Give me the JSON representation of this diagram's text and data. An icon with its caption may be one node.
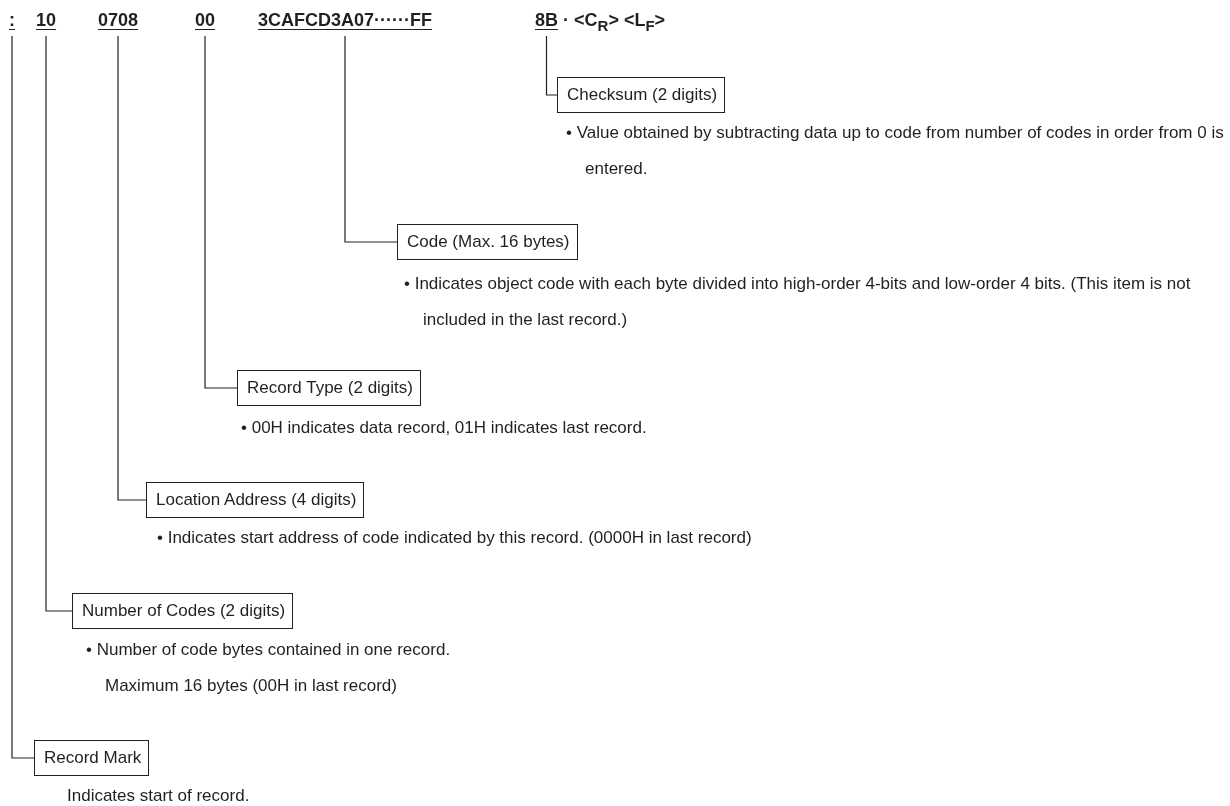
{
  "diagram": {
    "nodes": [
      {
        "text": [
          ":"
        ]
      },
      {
        "text": [
          "10"
        ]
      },
      {
        "text": [
          "0708"
        ]
      },
      {
        "text": [
          "00"
        ]
      },
      {
        "text": [
          "3CAFCD3A07······FF"
        ]
      },
      {
        "text": [
          "8B"
        ]
      },
      {
        "text": [
          "Checksum (2 digits)"
        ],
        "beside": [
          "• Value obtained by subtracting data up to code from number of codes in order from 0 is entered."
        ]
      },
      {
        "text": [
          "Code (Max. 16 bytes)"
        ],
        "beside": [
          "• Indicates object code with each byte divided into high-order 4-bits and low-order 4 bits. (This item is not included in the last record.)"
        ]
      },
      {
        "text": [
          "Record Type (2 digits)"
        ],
        "beside": [
          "• 00H indicates data record, 01H indicates last record."
        ]
      },
      {
        "text": [
          "Location Address (4 digits)"
        ],
        "beside": [
          "• Indicates start address of code indicated by this record. (0000H in last record)"
        ]
      },
      {
        "text": [
          "Number of Codes (2 digits)"
        ],
        "beside": [
          "• Number of code bytes contained in one record.",
          "Maximum 16 bytes (00H in last record)"
        ]
      },
      {
        "text": [
          "Record Mark"
        ],
        "beside": [
          "Indicates start of record."
        ]
      }
    ],
    "edges": [
      {
        "from": 5,
        "to": 6,
        "arrow": "none"
      },
      {
        "from": 4,
        "to": 7,
        "arrow": "none"
      },
      {
        "from": 3,
        "to": 8,
        "arrow": "none"
      },
      {
        "from": 2,
        "to": 9,
        "arrow": "none"
      },
      {
        "from": 1,
        "to": 10,
        "arrow": "none"
      },
      {
        "from": 0,
        "to": 11,
        "arrow": "none"
      }
    ],
    "labels": [
      "· <C$_{R}$> <L$_{F}$>"
    ]
  }
}
